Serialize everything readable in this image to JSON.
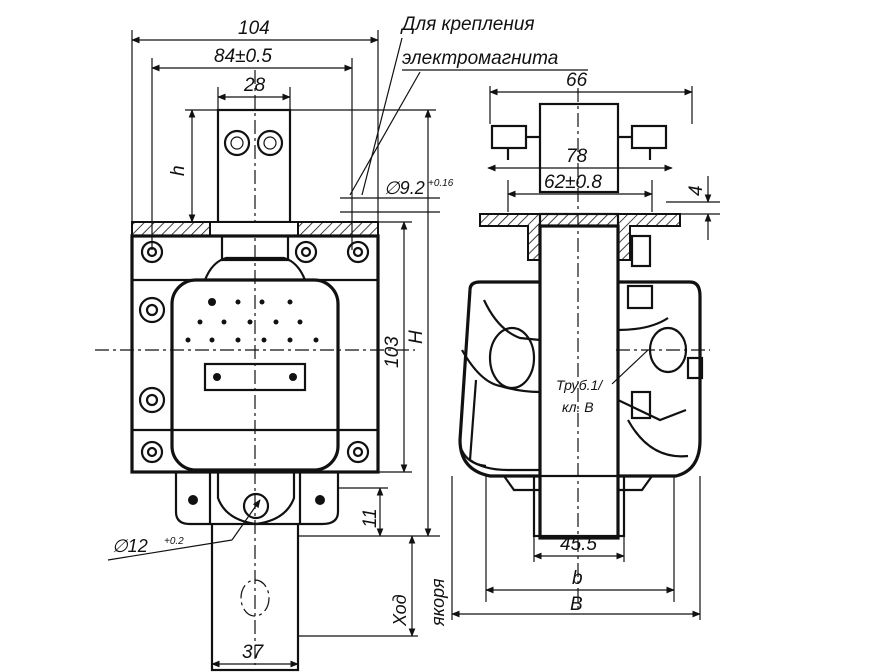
{
  "note": {
    "line1": "Для крепления",
    "line2": "электромагнита"
  },
  "front_view": {
    "dims": {
      "width_total": "104",
      "bolt_spacing": "84±0.5",
      "terminal_width": "28",
      "height_h": "h",
      "height_103": "103",
      "height_H": "H",
      "slot_11": "11",
      "bottom_37": "37"
    },
    "hole_top": {
      "dia": "∅9.2",
      "tol": "+0.16"
    },
    "hole_bottom": {
      "dia": "∅12",
      "tol": "+0.2"
    },
    "stroke_label": {
      "line1": "Ход",
      "line2": "якоря"
    }
  },
  "side_view": {
    "dims": {
      "top_66": "66",
      "mid_78": "78",
      "inner_62": "62±0.8",
      "gap_4": "4",
      "base_45": "45.5",
      "b": "b",
      "B": "B"
    },
    "tube_note": {
      "line1": "Труб.1/",
      "line2": "кл. В"
    }
  }
}
